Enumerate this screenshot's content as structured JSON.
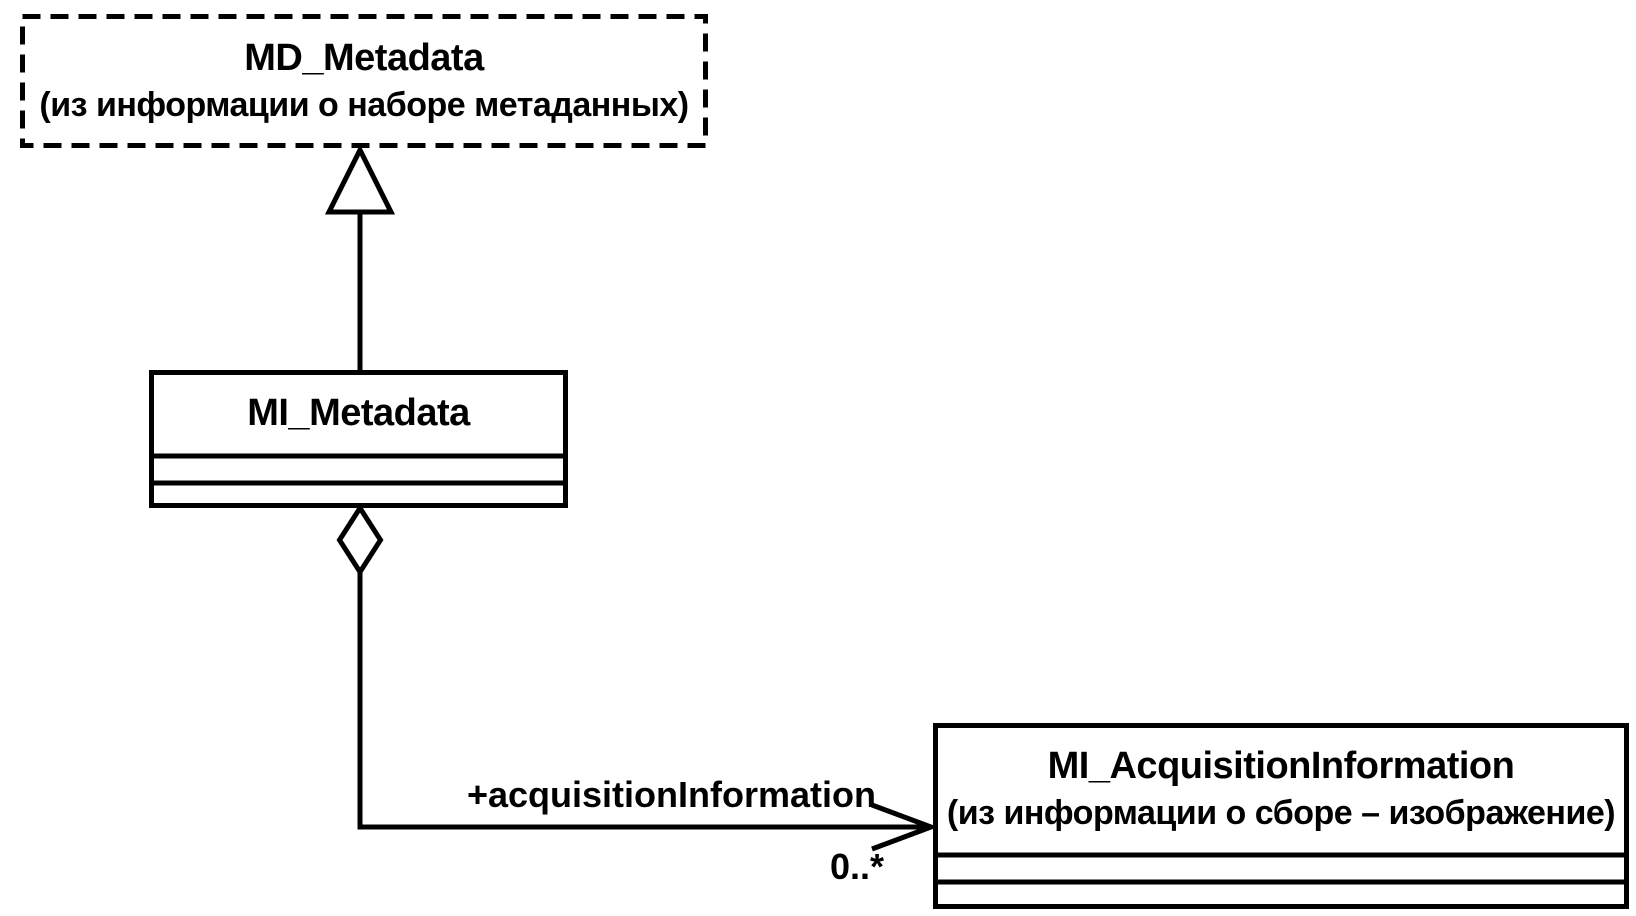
{
  "diagram": {
    "type": "uml-class-diagram",
    "colors": {
      "line": "#000000",
      "background": "#ffffff",
      "box_fill": "#ffffff"
    },
    "classes": [
      {
        "id": "md_metadata",
        "name": "MD_Metadata",
        "note": "(из информации о наборе метаданных)",
        "border": "dashed",
        "compartments": 1
      },
      {
        "id": "mi_metadata",
        "name": "MI_Metadata",
        "note": "",
        "border": "solid",
        "compartments": 3
      },
      {
        "id": "mi_acquisitioninformation",
        "name": "MI_AcquisitionInformation",
        "note": "(из информации о сборе – изображение)",
        "border": "solid",
        "compartments": 3
      }
    ],
    "relationships": [
      {
        "type": "generalization",
        "from": "MI_Metadata",
        "to": "MD_Metadata",
        "role_label": "",
        "multiplicity": ""
      },
      {
        "type": "aggregation",
        "from": "MI_Metadata",
        "to": "MI_AcquisitionInformation",
        "role_label": "+acquisitionInformation",
        "multiplicity": "0..*"
      }
    ]
  }
}
